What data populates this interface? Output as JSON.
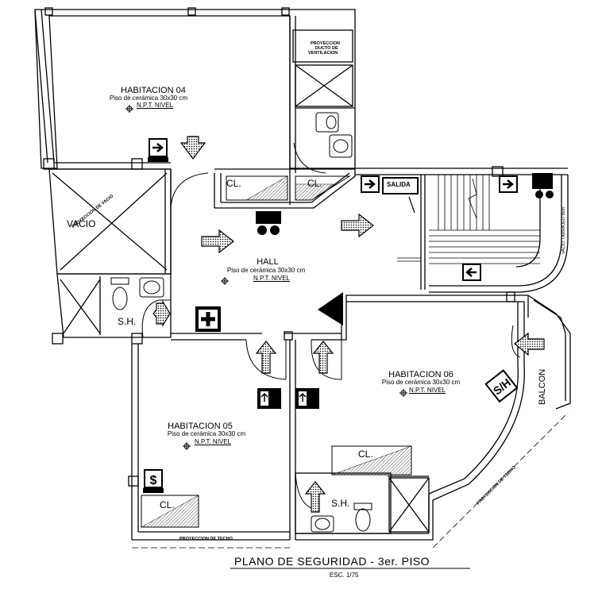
{
  "rooms": {
    "hab04": {
      "name": "HABITACION 04",
      "floor": "Piso de cerámica 30x30 cm",
      "level": "N.P.T. NIVEL"
    },
    "hall": {
      "name": "HALL",
      "floor": "Piso de cerámica 30x30 cm",
      "level": "N.P.T. NIVEL"
    },
    "hab05": {
      "name": "HABITACION 05",
      "floor": "Piso de cerámica 30x30 cm",
      "level": "N.P.T. NIVEL"
    },
    "hab06": {
      "name": "HABITACION 06",
      "floor": "Piso de cerámica 30x30 cm",
      "level": "N.P.T. NIVEL"
    }
  },
  "labels": {
    "vacio": "VACIO",
    "proyeccion_vacio": "PROYECCION DE VACIO",
    "proyeccion_ducto_1": "PROYECCION",
    "proyeccion_ducto_2": "DUCTO DE",
    "proyeccion_ducto_3": "VENTILACION",
    "closet": "CL.",
    "bath": "S.H.",
    "salida": "SALIDA",
    "balcon": "BALCON",
    "proyeccion_techo": "PROYECCION DE TECHO",
    "vacio_tarrajeo": "VACIO TARRAJEO 8cm"
  },
  "footer": {
    "title": "PLANO DE SEGURIDAD - 3er. PISO",
    "scale": "ESC. 1/75"
  },
  "colors": {
    "line": "#000000",
    "background": "#ffffff"
  }
}
